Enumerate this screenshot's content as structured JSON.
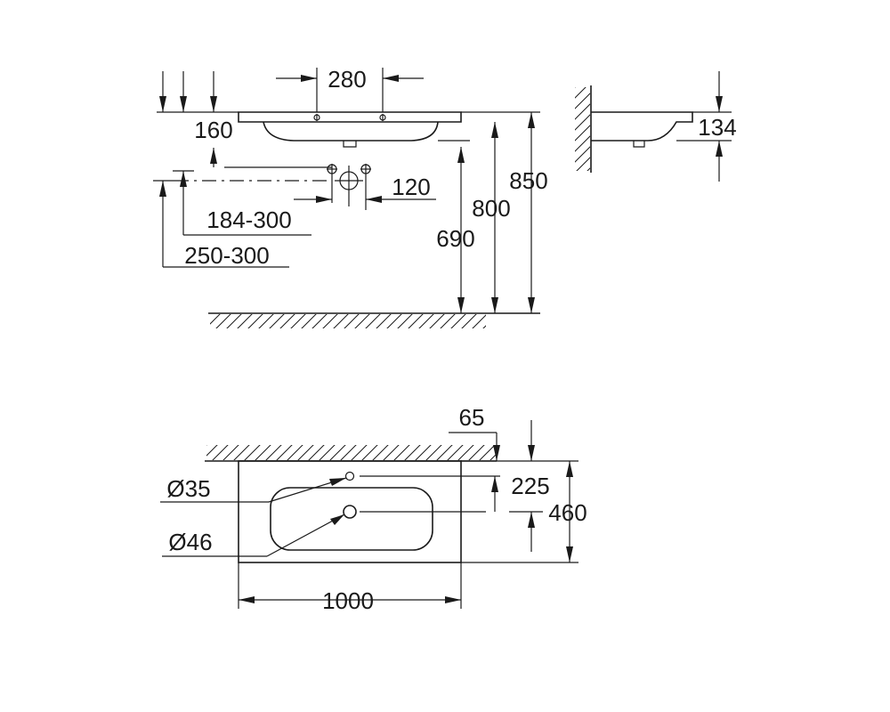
{
  "dimensions": {
    "d280": "280",
    "d160": "160",
    "d120": "120",
    "d184_300": "184-300",
    "d250_300": "250-300",
    "d850": "850",
    "d800": "800",
    "d690": "690",
    "d134": "134",
    "d65": "65",
    "d225": "225",
    "d460": "460",
    "d1000": "1000",
    "dia35": "Ø35",
    "dia46": "Ø46"
  }
}
